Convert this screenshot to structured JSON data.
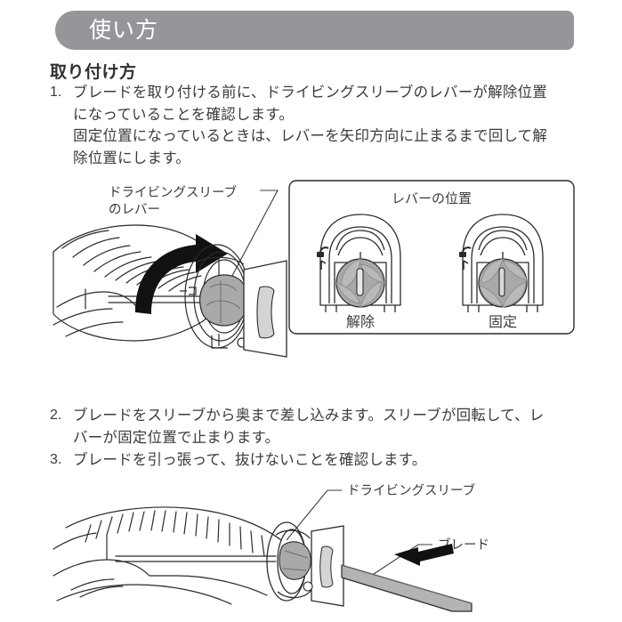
{
  "header": {
    "title": "使い方"
  },
  "section": {
    "heading": "取り付け方"
  },
  "steps_top": [
    {
      "num": "1.",
      "lines": [
        "ブレードを取り付ける前に、ドライビングスリーブのレバーが解除位置",
        "になっていることを確認します。",
        "固定位置になっているときは、レバーを矢印方向に止まるまで回して解",
        "除位置にします。"
      ]
    }
  ],
  "steps_bottom": [
    {
      "num": "2.",
      "lines": [
        "ブレードをスリーブから奥まで差し込みます。スリーブが回転して、レ",
        "バーが固定位置で止まります。"
      ]
    },
    {
      "num": "3.",
      "lines": [
        "ブレードを引っ張って、抜けないことを確認します。"
      ]
    }
  ],
  "illustration_top": {
    "callout": {
      "line1": "ドライビングスリーブ",
      "line2": "のレバー"
    },
    "inset": {
      "title": "レバーの位置",
      "states": [
        {
          "label": "解除",
          "icon": "unlock-padlock-icon"
        },
        {
          "label": "固定",
          "icon": "lock-padlock-icon"
        }
      ]
    },
    "rotation_arrow": "curved-rotation-arrow-icon"
  },
  "illustration_bottom": {
    "callouts": [
      {
        "label": "ドライビングスリーブ"
      },
      {
        "label": "ブレード"
      }
    ],
    "insert_arrow": "left-insert-arrow-icon"
  },
  "colors": {
    "header_bar": "#949699",
    "header_text": "#ffffff",
    "body_text": "#3a3b3d",
    "line_art": "#2b2b2b",
    "metal_gray": "#a9a9ab",
    "metal_gray_light": "#c8c8ca",
    "page_background": "#ffffff"
  }
}
